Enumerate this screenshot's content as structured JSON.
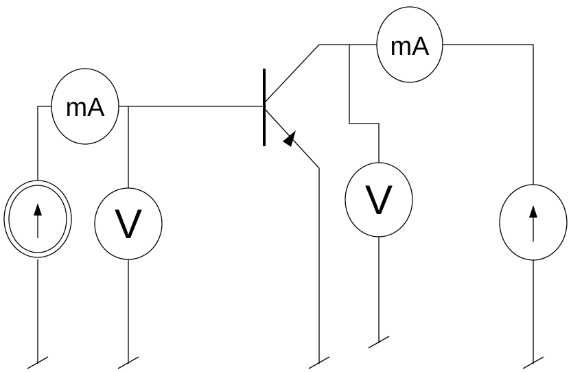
{
  "diagram": {
    "meters": {
      "base_ammeter": {
        "label": "mA"
      },
      "base_voltmeter": {
        "label": "V"
      },
      "collector_ammeter": {
        "label": "mA"
      },
      "collector_voltmeter": {
        "label": "V"
      }
    },
    "colors": {
      "line": "#000000",
      "background": "#ffffff"
    }
  }
}
